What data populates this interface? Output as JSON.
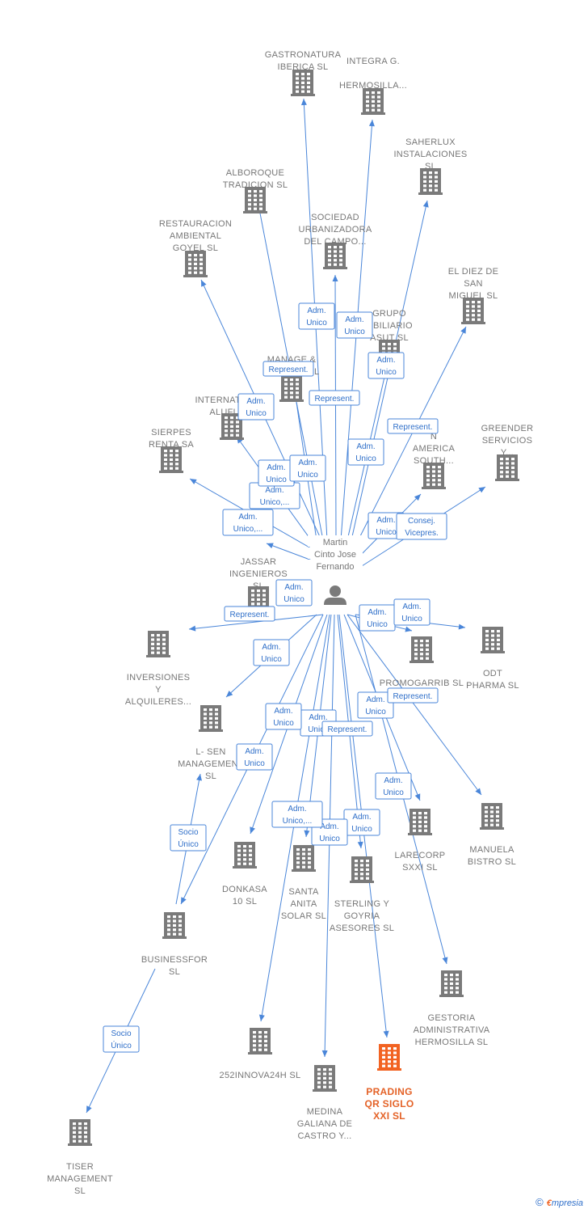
{
  "center": {
    "label_lines": [
      "Martin",
      "Cinto Jose",
      "Fernando"
    ],
    "icon": "person-icon"
  },
  "colors": {
    "edge": "#4a86d9",
    "building": "#7a7a7a",
    "highlight": "#f26322"
  },
  "nodes": [
    {
      "id": "gastronatura",
      "label_lines": [
        "GASTRONATURA",
        "IBERICA  SL"
      ],
      "icon": "building-icon",
      "highlight": false
    },
    {
      "id": "integra",
      "label_lines": [
        "INTEGRA G.",
        "",
        "HERMOSILLA..."
      ],
      "icon": "building-icon",
      "highlight": false
    },
    {
      "id": "saherlux",
      "label_lines": [
        "SAHERLUX",
        "INSTALACIONES",
        "SL"
      ],
      "icon": "building-icon",
      "highlight": false
    },
    {
      "id": "alboroque",
      "label_lines": [
        "ALBOROQUE",
        "TRADICION  SL"
      ],
      "icon": "building-icon",
      "highlight": false
    },
    {
      "id": "sociedad",
      "label_lines": [
        "SOCIEDAD",
        "URBANIZADORA",
        "DEL CAMPO..."
      ],
      "icon": "building-icon",
      "highlight": false
    },
    {
      "id": "restauracion",
      "label_lines": [
        "RESTAURACION",
        "AMBIENTAL",
        "GOYEL SL"
      ],
      "icon": "building-icon",
      "highlight": false
    },
    {
      "id": "eldiez",
      "label_lines": [
        "EL DIEZ DE",
        "SAN",
        "MIGUEL SL"
      ],
      "icon": "building-icon",
      "highlight": false
    },
    {
      "id": "grupo",
      "label_lines": [
        "GRUPO",
        "OBILIARIO",
        "ASUT SL"
      ],
      "icon": "building-icon",
      "highlight": false
    },
    {
      "id": "manage",
      "label_lines": [
        "MANAGE &",
        "ANALYZE SL"
      ],
      "icon": "building-icon",
      "highlight": false
    },
    {
      "id": "international",
      "label_lines": [
        "INTERNATIONAL",
        "ALUFUE..."
      ],
      "icon": "building-icon",
      "highlight": false
    },
    {
      "id": "sierpes",
      "label_lines": [
        "SIERPES",
        "RENTA SA"
      ],
      "icon": "building-icon",
      "highlight": false
    },
    {
      "id": "america",
      "label_lines": [
        "N",
        "AMERICA",
        "SOUTH..."
      ],
      "icon": "building-icon",
      "highlight": false
    },
    {
      "id": "greender",
      "label_lines": [
        "GREENDER",
        "SERVICIOS",
        "Y..."
      ],
      "icon": "building-icon",
      "highlight": false
    },
    {
      "id": "jassar",
      "label_lines": [
        "JASSAR",
        "INGENIEROS",
        "SL"
      ],
      "icon": "building-icon",
      "highlight": false
    },
    {
      "id": "inversiones",
      "label_lines": [
        "INVERSIONES",
        "Y",
        "ALQUILERES..."
      ],
      "icon": "building-icon",
      "highlight": false
    },
    {
      "id": "promogarrib",
      "label_lines": [
        "PROMOGARRIB SL"
      ],
      "icon": "building-icon",
      "highlight": false
    },
    {
      "id": "odt",
      "label_lines": [
        "ODT",
        "PHARMA SL"
      ],
      "icon": "building-icon",
      "highlight": false
    },
    {
      "id": "lsen",
      "label_lines": [
        "L- SEN",
        "MANAGEMENT",
        "SL"
      ],
      "icon": "building-icon",
      "highlight": false
    },
    {
      "id": "manuela",
      "label_lines": [
        "MANUELA",
        "BISTRO  SL"
      ],
      "icon": "building-icon",
      "highlight": false
    },
    {
      "id": "larecorp",
      "label_lines": [
        "LARECORP",
        "SXXI  SL"
      ],
      "icon": "building-icon",
      "highlight": false
    },
    {
      "id": "donkasa",
      "label_lines": [
        "DONKASA",
        "10 SL"
      ],
      "icon": "building-icon",
      "highlight": false
    },
    {
      "id": "santaanita",
      "label_lines": [
        "SANTA",
        "ANITA",
        "SOLAR SL"
      ],
      "icon": "building-icon",
      "highlight": false
    },
    {
      "id": "sterling",
      "label_lines": [
        "STERLING Y",
        "GOYRIA",
        "ASESORES  SL"
      ],
      "icon": "building-icon",
      "highlight": false
    },
    {
      "id": "businessfor",
      "label_lines": [
        "BUSINESSFOR",
        "SL"
      ],
      "icon": "building-icon",
      "highlight": false
    },
    {
      "id": "gestoria",
      "label_lines": [
        "GESTORIA",
        "ADMINISTRATIVA",
        "HERMOSILLA SL"
      ],
      "icon": "building-icon",
      "highlight": false
    },
    {
      "id": "innova",
      "label_lines": [
        "252INNOVA24H SL"
      ],
      "icon": "building-icon",
      "highlight": false
    },
    {
      "id": "prading",
      "label_lines": [
        "PRADING",
        "QR SIGLO",
        "XXI  SL"
      ],
      "icon": "building-icon",
      "highlight": true
    },
    {
      "id": "medina",
      "label_lines": [
        "MEDINA",
        "GALIANA DE",
        "CASTRO Y..."
      ],
      "icon": "building-icon",
      "highlight": false
    },
    {
      "id": "tiser",
      "label_lines": [
        "TISER",
        "MANAGEMENT",
        "SL"
      ],
      "icon": "building-icon",
      "highlight": false
    }
  ],
  "edge_labels": [
    {
      "lines": [
        "Adm.",
        "Unico"
      ]
    },
    {
      "lines": [
        "Adm.",
        "Unico"
      ]
    },
    {
      "lines": [
        "Adm.",
        "Unico,..."
      ]
    },
    {
      "lines": [
        "Represent."
      ]
    },
    {
      "lines": [
        "Adm.",
        "Unico"
      ]
    },
    {
      "lines": [
        "Represent."
      ]
    },
    {
      "lines": [
        "Represent."
      ]
    },
    {
      "lines": [
        "Adm.",
        "Unico"
      ]
    },
    {
      "lines": [
        "Adm.",
        "Unico"
      ]
    },
    {
      "lines": [
        "Adm.",
        "Unico"
      ]
    },
    {
      "lines": [
        "Adm.",
        "Unico,..."
      ]
    },
    {
      "lines": [
        "Adm.",
        "Unico"
      ]
    },
    {
      "lines": [
        "Consej.",
        "Vicepres."
      ]
    },
    {
      "lines": [
        "Adm.",
        "Unico"
      ]
    },
    {
      "lines": [
        "Represent."
      ]
    },
    {
      "lines": [
        "Adm.",
        "Unico"
      ]
    },
    {
      "lines": [
        "Adm.",
        "Unico"
      ]
    },
    {
      "lines": [
        "Adm.",
        "Unico"
      ]
    },
    {
      "lines": [
        "Adm.",
        "Unico"
      ]
    },
    {
      "lines": [
        "Represent."
      ]
    },
    {
      "lines": [
        "Adm.",
        "Unico"
      ]
    },
    {
      "lines": [
        "Represent."
      ]
    },
    {
      "lines": [
        "Adm.",
        "Unico"
      ]
    },
    {
      "lines": [
        "Adm.",
        "Unico"
      ]
    },
    {
      "lines": [
        "Adm.",
        "Unico"
      ]
    },
    {
      "lines": [
        "Adm.",
        "Unico"
      ]
    },
    {
      "lines": [
        "Socio",
        "Único"
      ]
    },
    {
      "lines": [
        "Adm.",
        "Unico,..."
      ]
    },
    {
      "lines": [
        "Adm.",
        "Unico"
      ]
    },
    {
      "lines": [
        "Adm.",
        "Unico"
      ]
    },
    {
      "lines": [
        "Socio",
        "Único"
      ]
    }
  ],
  "footer": {
    "copyright_symbol": "©",
    "brand_initial": "€",
    "brand_rest": "mpresia"
  }
}
